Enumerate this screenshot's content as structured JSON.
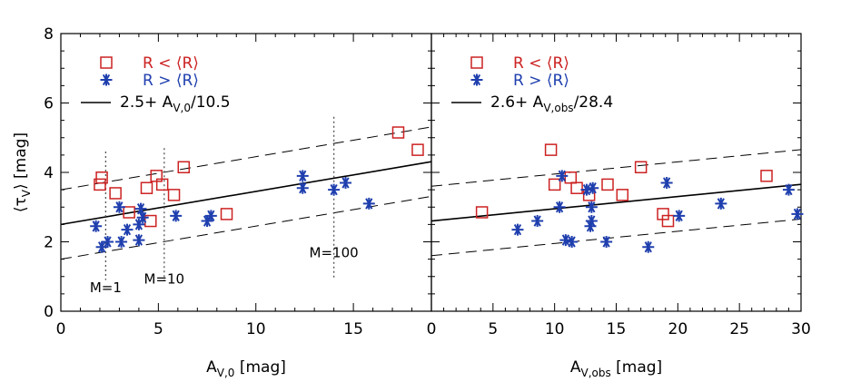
{
  "colors": {
    "red": "#cc2222",
    "blue": "#1f3fae",
    "black": "#000000"
  },
  "chart_data": [
    {
      "type": "scatter",
      "panel": "left",
      "xlabel_main": "A",
      "xlabel_sub": "V,0",
      "xlabel_rest": " [mag]",
      "ylabel_main": "⟨τ",
      "ylabel_sub": "V",
      "ylabel_rest": "⟩ [mag]",
      "xlim": [
        0,
        19
      ],
      "ylim": [
        0,
        8
      ],
      "xticks": [
        0,
        5,
        10,
        15
      ],
      "yticks": [
        0,
        2,
        4,
        6,
        8
      ],
      "legend": {
        "red_label": "R < ⟨R⟩",
        "blue_label": "R > ⟨R⟩",
        "fit_label_main": "2.5+ A",
        "fit_label_sub": "V,0",
        "fit_label_rest": "/10.5"
      },
      "fit": {
        "intercept": 2.5,
        "slope": 0.0952,
        "band": 1.0
      },
      "mass_lines": [
        {
          "x": 2.3,
          "y_top": 4.6,
          "label": "M=1",
          "label_y": 0.55
        },
        {
          "x": 5.3,
          "y_top": 4.7,
          "label": "M=10",
          "label_y": 0.8
        },
        {
          "x": 14.0,
          "y_top": 5.6,
          "label": "M=100",
          "label_y": 1.55
        }
      ],
      "series": [
        {
          "name": "R < ⟨R⟩",
          "marker": "square",
          "x": [
            2.0,
            2.1,
            2.8,
            3.5,
            4.4,
            4.6,
            4.9,
            5.2,
            5.8,
            6.3,
            8.5,
            17.3,
            18.3
          ],
          "y": [
            3.65,
            3.85,
            3.4,
            2.85,
            3.55,
            2.6,
            3.9,
            3.65,
            3.35,
            4.15,
            2.8,
            5.15,
            4.65
          ]
        },
        {
          "name": "R > ⟨R⟩",
          "marker": "asterisk",
          "x": [
            1.8,
            2.1,
            2.4,
            3.0,
            3.1,
            3.4,
            4.0,
            4.0,
            4.1,
            4.2,
            5.9,
            7.5,
            7.7,
            12.4,
            12.4,
            14.0,
            14.6,
            15.8
          ],
          "y": [
            2.45,
            1.85,
            2.0,
            3.0,
            2.0,
            2.35,
            2.05,
            2.5,
            2.95,
            2.7,
            2.75,
            2.6,
            2.75,
            3.9,
            3.55,
            3.5,
            3.7,
            3.1
          ]
        }
      ]
    },
    {
      "type": "scatter",
      "panel": "right",
      "xlabel_main": "A",
      "xlabel_sub": "V,obs",
      "xlabel_rest": " [mag]",
      "xlim": [
        0,
        30
      ],
      "ylim": [
        0,
        8
      ],
      "xticks": [
        0,
        5,
        10,
        15,
        20,
        25,
        30
      ],
      "legend": {
        "red_label": "R < ⟨R⟩",
        "blue_label": "R > ⟨R⟩",
        "fit_label_main": "2.6+ A",
        "fit_label_sub": "V,obs",
        "fit_label_rest": "/28.4"
      },
      "fit": {
        "intercept": 2.6,
        "slope": 0.0352,
        "band": 1.0
      },
      "series": [
        {
          "name": "R < ⟨R⟩",
          "marker": "square",
          "x": [
            4.1,
            9.7,
            10.0,
            11.3,
            11.8,
            12.8,
            14.3,
            15.5,
            17.0,
            18.8,
            19.2,
            27.2
          ],
          "y": [
            2.85,
            4.65,
            3.65,
            3.85,
            3.55,
            3.35,
            3.65,
            3.35,
            4.15,
            2.8,
            2.6,
            3.9
          ]
        },
        {
          "name": "R > ⟨R⟩",
          "marker": "asterisk",
          "x": [
            7.0,
            8.6,
            10.4,
            10.6,
            10.9,
            11.4,
            12.6,
            12.9,
            13.0,
            13.0,
            13.1,
            14.2,
            17.6,
            19.1,
            20.1,
            23.5,
            29.0,
            29.7
          ],
          "y": [
            2.35,
            2.6,
            3.0,
            3.9,
            2.05,
            2.0,
            3.5,
            2.45,
            2.6,
            3.0,
            3.55,
            2.0,
            1.85,
            3.7,
            2.75,
            3.1,
            3.5,
            2.8
          ]
        }
      ]
    }
  ]
}
